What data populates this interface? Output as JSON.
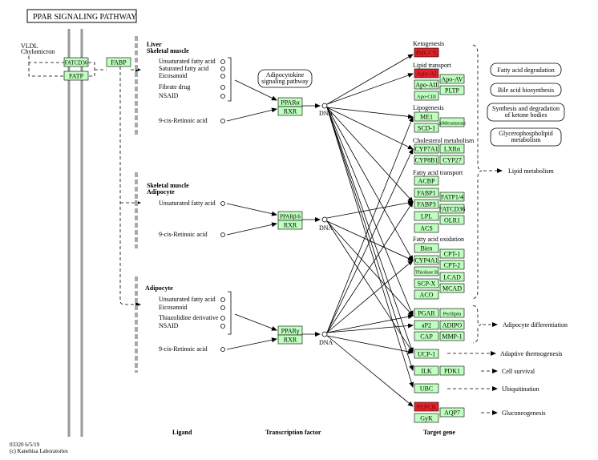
{
  "title": "PPAR SIGNALING PATHWAY",
  "footer": {
    "code": "03320 6/5/19",
    "copyright": "(c) Kanehisa Laboratories"
  },
  "column_labels": {
    "ligand": "Ligand",
    "tf": "Transcription factor",
    "target": "Target gene"
  },
  "colors": {
    "gene_fill": "#bfffbf",
    "highlight_fill": "#e0242c"
  },
  "membrane": {
    "source_label_1": "VLDL",
    "source_label_2": "Chylomicron",
    "transporters": [
      "FATCD36",
      "FATP"
    ],
    "fabp": "FABP"
  },
  "ligand_groups": [
    {
      "tissue": [
        "Liver",
        "Skeletal muscle"
      ],
      "ligands": [
        "Unsaturated fatty acid",
        "Saturated fatty acid",
        "Eicosanoid",
        "Fibrate drug",
        "NSAID"
      ],
      "retinoic": "9-cis-Retinoic acid",
      "receptor": "PPARα",
      "partner": "RXR",
      "pathway_link": [
        "Adipocytokine",
        "signaling pathway"
      ]
    },
    {
      "tissue": [
        "Skeletal muscle",
        "Adipocyte"
      ],
      "ligands": [
        "Unsaturated fatty acid"
      ],
      "retinoic": "9-cis-Retinoic acid",
      "receptor": "PPARβ/δ",
      "partner": "RXR"
    },
    {
      "tissue": [
        "Adipocyte"
      ],
      "ligands": [
        "Unsaturated fatty acid",
        "Eicosanoid",
        "Thiazolidine derivative",
        "NSAID"
      ],
      "retinoic": "9-cis-Retinoic acid",
      "receptor": "PPARγ",
      "partner": "RXR"
    }
  ],
  "dna_label": "DNA",
  "target_groups": {
    "ketogenesis": {
      "label": "Ketogenesis",
      "genes": [
        {
          "name": "HMGCS2",
          "highlight": true
        }
      ]
    },
    "lipid_transport": {
      "label": "Lipid transport",
      "genes": [
        {
          "name": "Apo-AI",
          "highlight": true
        },
        {
          "name": "Apo-AII"
        },
        {
          "name": "Apo-CIII"
        },
        {
          "name": "Apo-AV"
        },
        {
          "name": "PLTP"
        }
      ]
    },
    "lipogenesis": {
      "label": "Lipogenesis",
      "genes": [
        {
          "name": "ME1"
        },
        {
          "name": "SCD-1"
        },
        {
          "name": "Δ9desaturase"
        }
      ]
    },
    "cholesterol": {
      "label": "Cholesterol metabolism",
      "genes": [
        {
          "name": "CYP7A1"
        },
        {
          "name": "LXRα"
        },
        {
          "name": "CYP8B1"
        },
        {
          "name": "CYP27"
        }
      ]
    },
    "fa_transport": {
      "label": "Fatty acid transport",
      "genes": [
        {
          "name": "ACBP"
        },
        {
          "name": "FABP1"
        },
        {
          "name": "FABP3"
        },
        {
          "name": "LPL"
        },
        {
          "name": "ACS"
        },
        {
          "name": "FATP1/4"
        },
        {
          "name": "FATCD36"
        },
        {
          "name": "OLR1"
        }
      ]
    },
    "fa_oxidation": {
      "label": "Fatty acid oxidation",
      "genes": [
        {
          "name": "Bien"
        },
        {
          "name": "CYP4A1"
        },
        {
          "name": "Thiolase B"
        },
        {
          "name": "SCP-X"
        },
        {
          "name": "ACO"
        },
        {
          "name": "CPT-1"
        },
        {
          "name": "CPT-2"
        },
        {
          "name": "LCAD"
        },
        {
          "name": "MCAD"
        }
      ]
    },
    "adipocyte": {
      "genes": [
        {
          "name": "PGAR"
        },
        {
          "name": "Perilipin"
        },
        {
          "name": "aP2"
        },
        {
          "name": "ADIPO"
        },
        {
          "name": "CAP"
        },
        {
          "name": "MMP-1"
        }
      ]
    },
    "ucp": {
      "genes": [
        {
          "name": "UCP-1"
        }
      ]
    },
    "survival": {
      "genes": [
        {
          "name": "ILK"
        },
        {
          "name": "PDK1"
        }
      ]
    },
    "ubc": {
      "genes": [
        {
          "name": "UBC"
        }
      ]
    },
    "gluconeo": {
      "genes": [
        {
          "name": "PEPCK",
          "highlight": true
        },
        {
          "name": "GyK"
        },
        {
          "name": "AQP7"
        }
      ]
    }
  },
  "pathway_boxes": [
    "Fatty acid degradation",
    "Bile acid biosynthesis",
    "Synthesis and degradation|of ketone bodies",
    "Glycerophospholipid|metabolism"
  ],
  "outcomes": {
    "lipid": "Lipid metabolism",
    "adipocyte": "Adipocyte differentiation",
    "thermo": "Adaptive thermogenesis",
    "survival": "Cell survival",
    "ubiq": "Ubiquitination",
    "gluco": "Gluconeogenesis"
  }
}
